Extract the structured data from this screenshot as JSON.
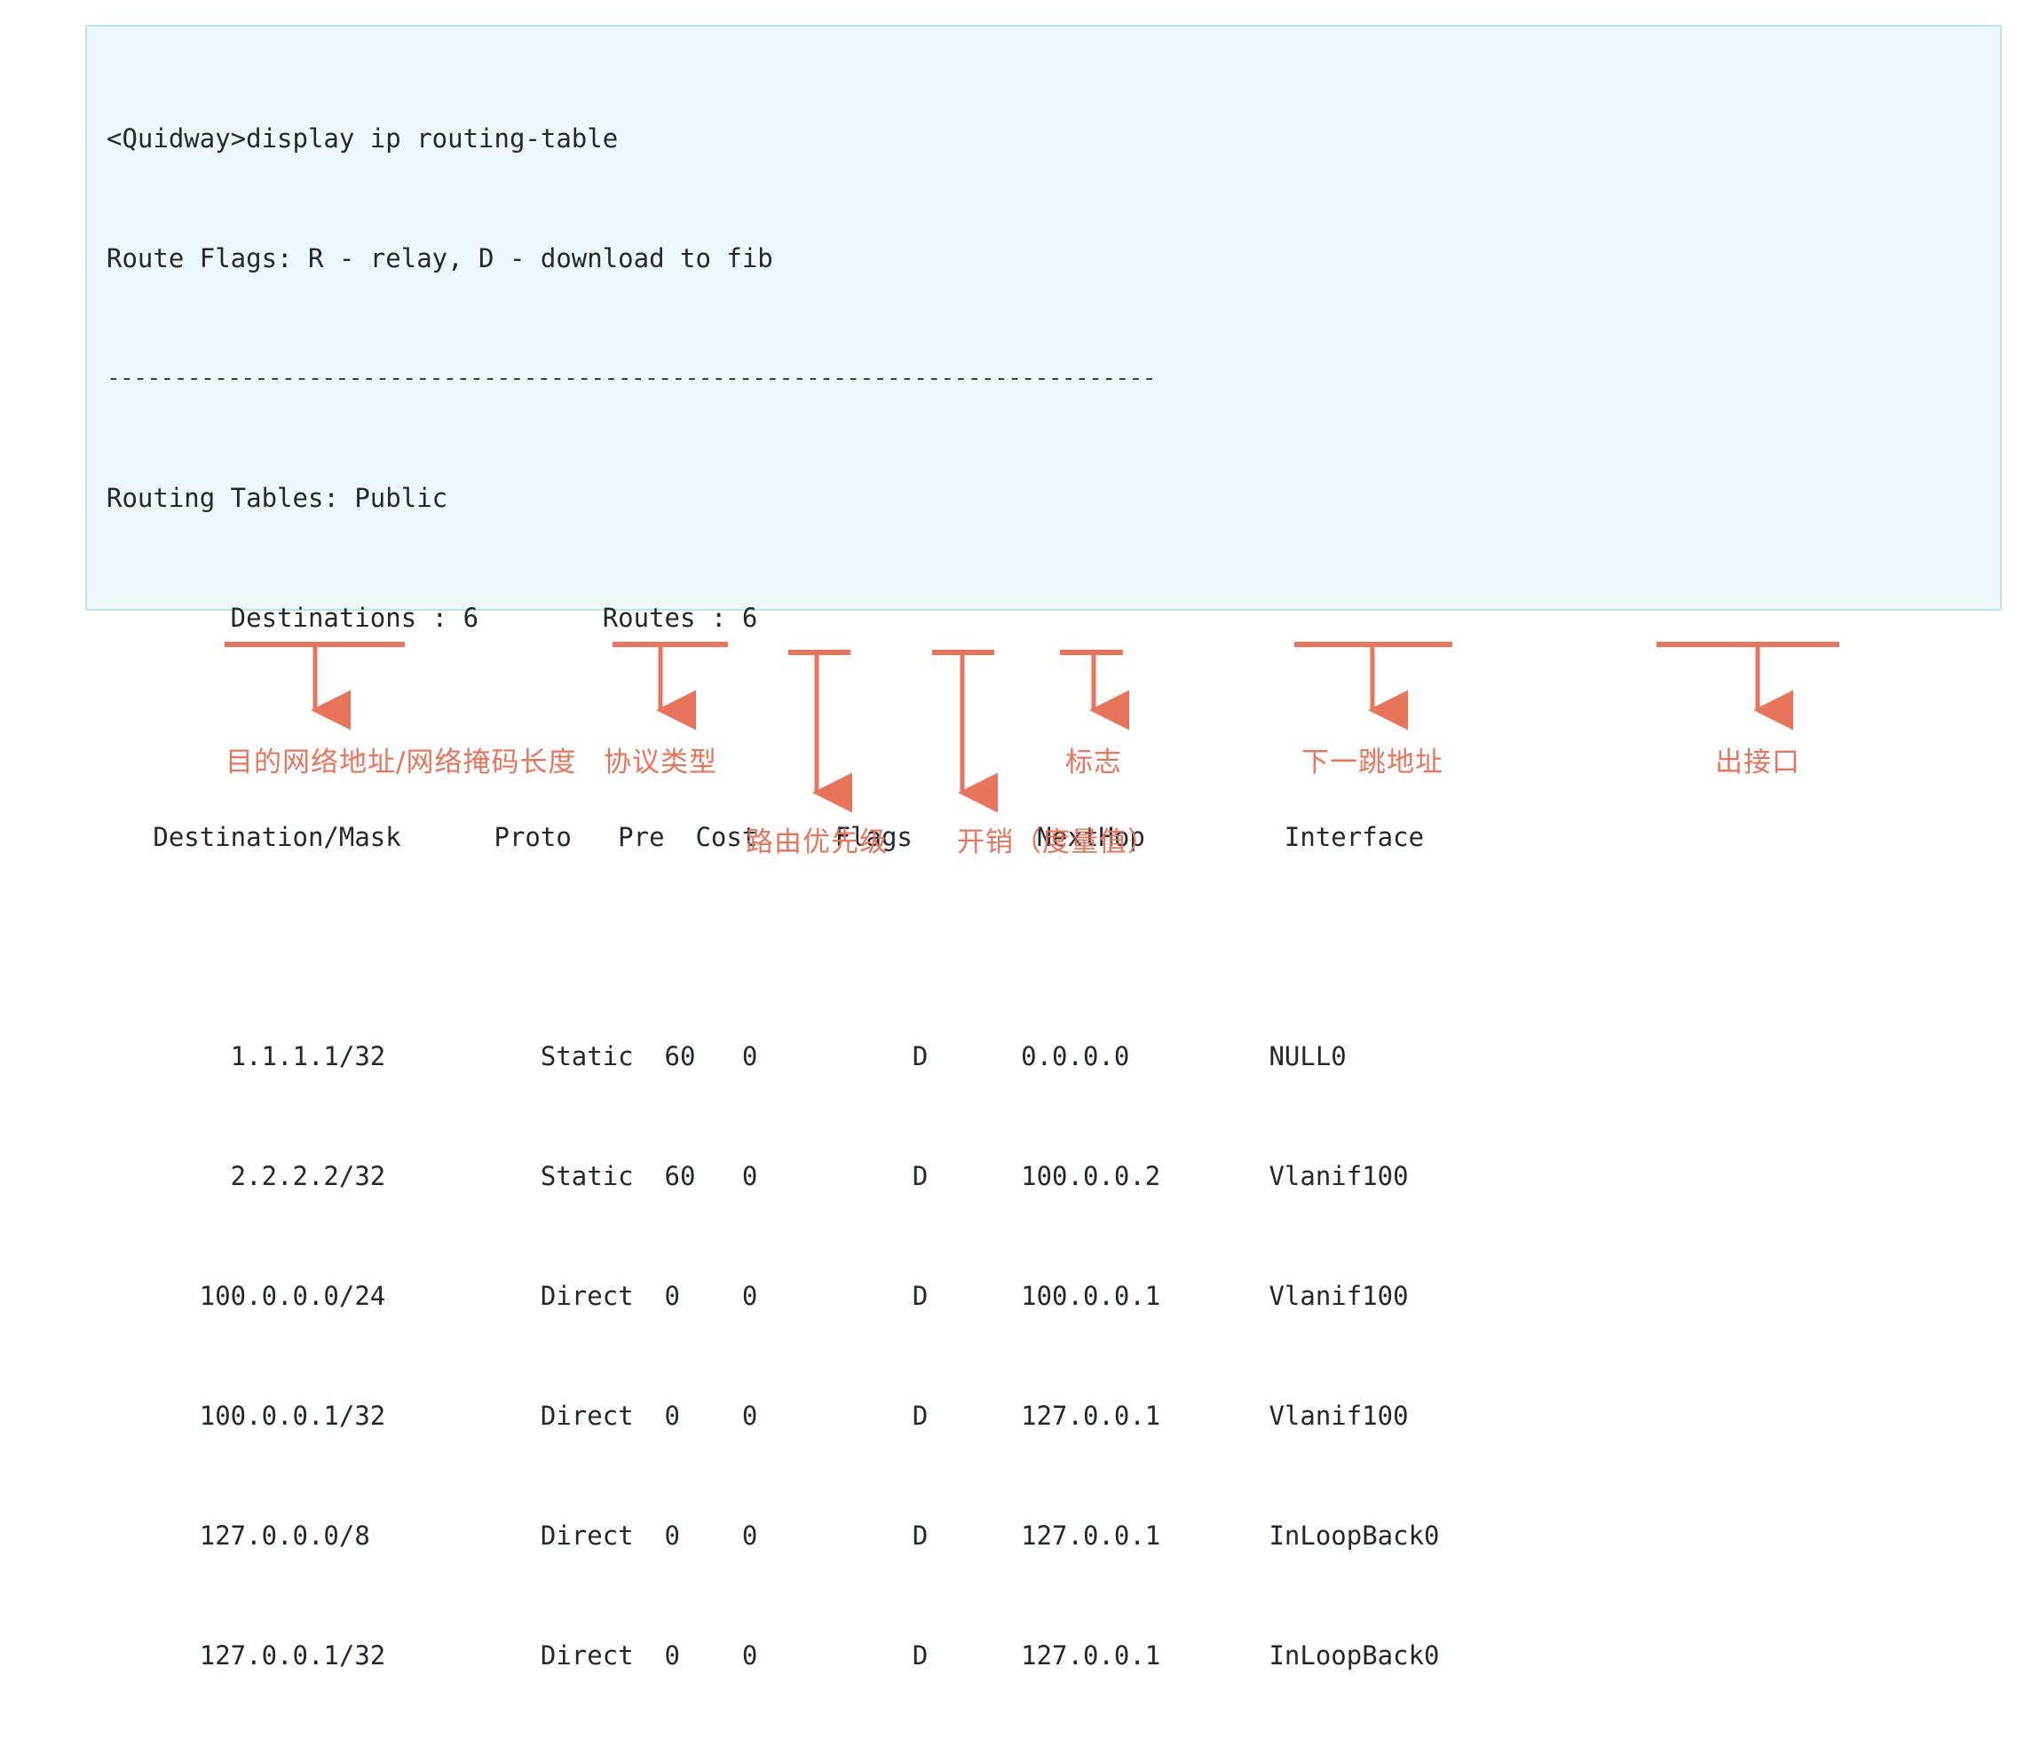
{
  "terminal": {
    "prompt_line": "<Quidway>display ip routing-table",
    "flags_line": "Route Flags: R - relay, D - download to fib",
    "divider": "------------------------------------------------------------------------------",
    "routing_tables_line": "Routing Tables: Public",
    "summary_line": "        Destinations : 6        Routes : 6",
    "header_line": "   Destination/Mask      Proto   Pre  Cost     Flags        NextHop         Interface",
    "rows": [
      "        1.1.1.1/32          Static  60   0          D      0.0.0.0         NULL0",
      "        2.2.2.2/32          Static  60   0          D      100.0.0.2       Vlanif100",
      "      100.0.0.0/24          Direct  0    0          D      100.0.0.1       Vlanif100",
      "      100.0.0.1/32          Direct  0    0          D      127.0.0.1       Vlanif100",
      "      127.0.0.0/8           Direct  0    0          D      127.0.0.1       InLoopBack0",
      "      127.0.0.1/32          Direct  0    0          D      127.0.0.1       InLoopBack0"
    ],
    "table": {
      "columns": [
        "Destination/Mask",
        "Proto",
        "Pre",
        "Cost",
        "Flags",
        "NextHop",
        "Interface"
      ],
      "destinations_label": "Destinations :",
      "destinations_count": "6",
      "routes_label": "Routes :",
      "routes_count": "6",
      "vpn_instance": "Public",
      "data": [
        [
          "1.1.1.1/32",
          "Static",
          "60",
          "0",
          "D",
          "0.0.0.0",
          "NULL0"
        ],
        [
          "2.2.2.2/32",
          "Static",
          "60",
          "0",
          "D",
          "100.0.0.2",
          "Vlanif100"
        ],
        [
          "100.0.0.0/24",
          "Direct",
          "0",
          "0",
          "D",
          "100.0.0.1",
          "Vlanif100"
        ],
        [
          "100.0.0.1/32",
          "Direct",
          "0",
          "0",
          "D",
          "127.0.0.1",
          "Vlanif100"
        ],
        [
          "127.0.0.0/8",
          "Direct",
          "0",
          "0",
          "D",
          "127.0.0.1",
          "InLoopBack0"
        ],
        [
          "127.0.0.1/32",
          "Direct",
          "0",
          "0",
          "D",
          "127.0.0.1",
          "InLoopBack0"
        ]
      ]
    }
  },
  "annotations": {
    "color": "#e8755b",
    "items": [
      {
        "id": "destination-mask",
        "label": "目的网络地址/网络掩码长度"
      },
      {
        "id": "proto",
        "label": "协议类型"
      },
      {
        "id": "pre",
        "label": "路由优先级"
      },
      {
        "id": "cost",
        "label": "开销（度量值）"
      },
      {
        "id": "flags",
        "label": "标志"
      },
      {
        "id": "nexthop",
        "label": "下一跳地址"
      },
      {
        "id": "interface",
        "label": "出接口"
      }
    ]
  },
  "colors": {
    "panel_background": "#eef8fa",
    "panel_border": "#bfe3ea",
    "terminal_text": "#22282c",
    "annotation": "#e8755b",
    "page_background": "#ffffff"
  }
}
